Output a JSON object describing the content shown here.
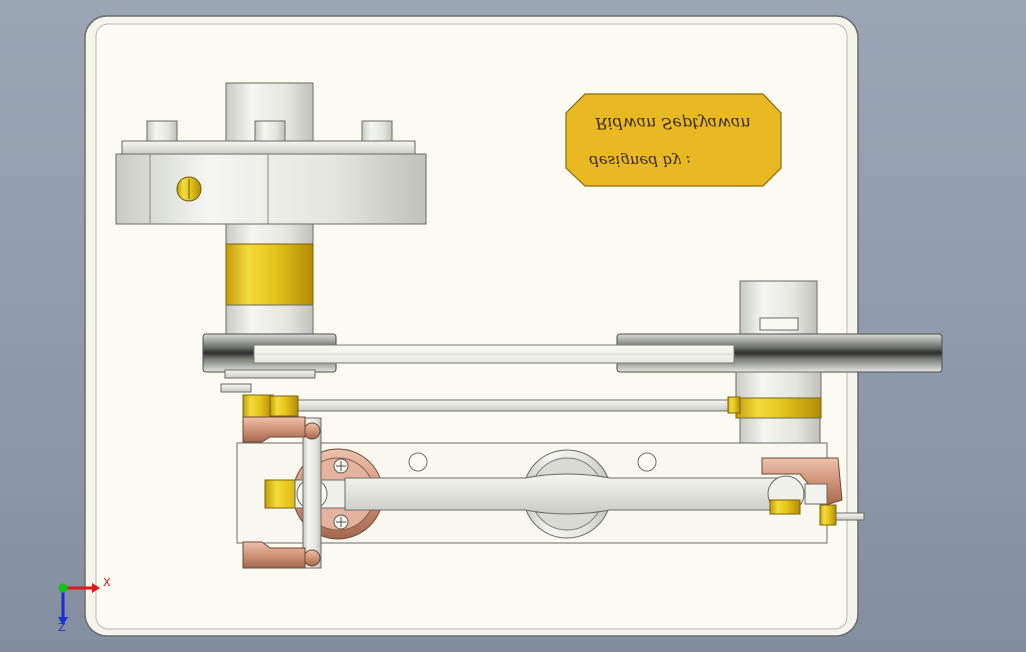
{
  "viewport": {
    "background": "#909cac"
  },
  "nameplate": {
    "line1": "designed by :",
    "line2": "Ridwan Septyawan",
    "mirrored": true,
    "color": "#e9b923"
  },
  "triad": {
    "x_label": "X",
    "z_label": "Z",
    "x_color": "#e01818",
    "y_color": "#13c313",
    "z_color": "#1c2cd8"
  },
  "colors": {
    "base_plate": "#fbfbf2",
    "brass": "#e7c21a",
    "copper": "#d9a48c",
    "steel": "#e9ebe4"
  }
}
